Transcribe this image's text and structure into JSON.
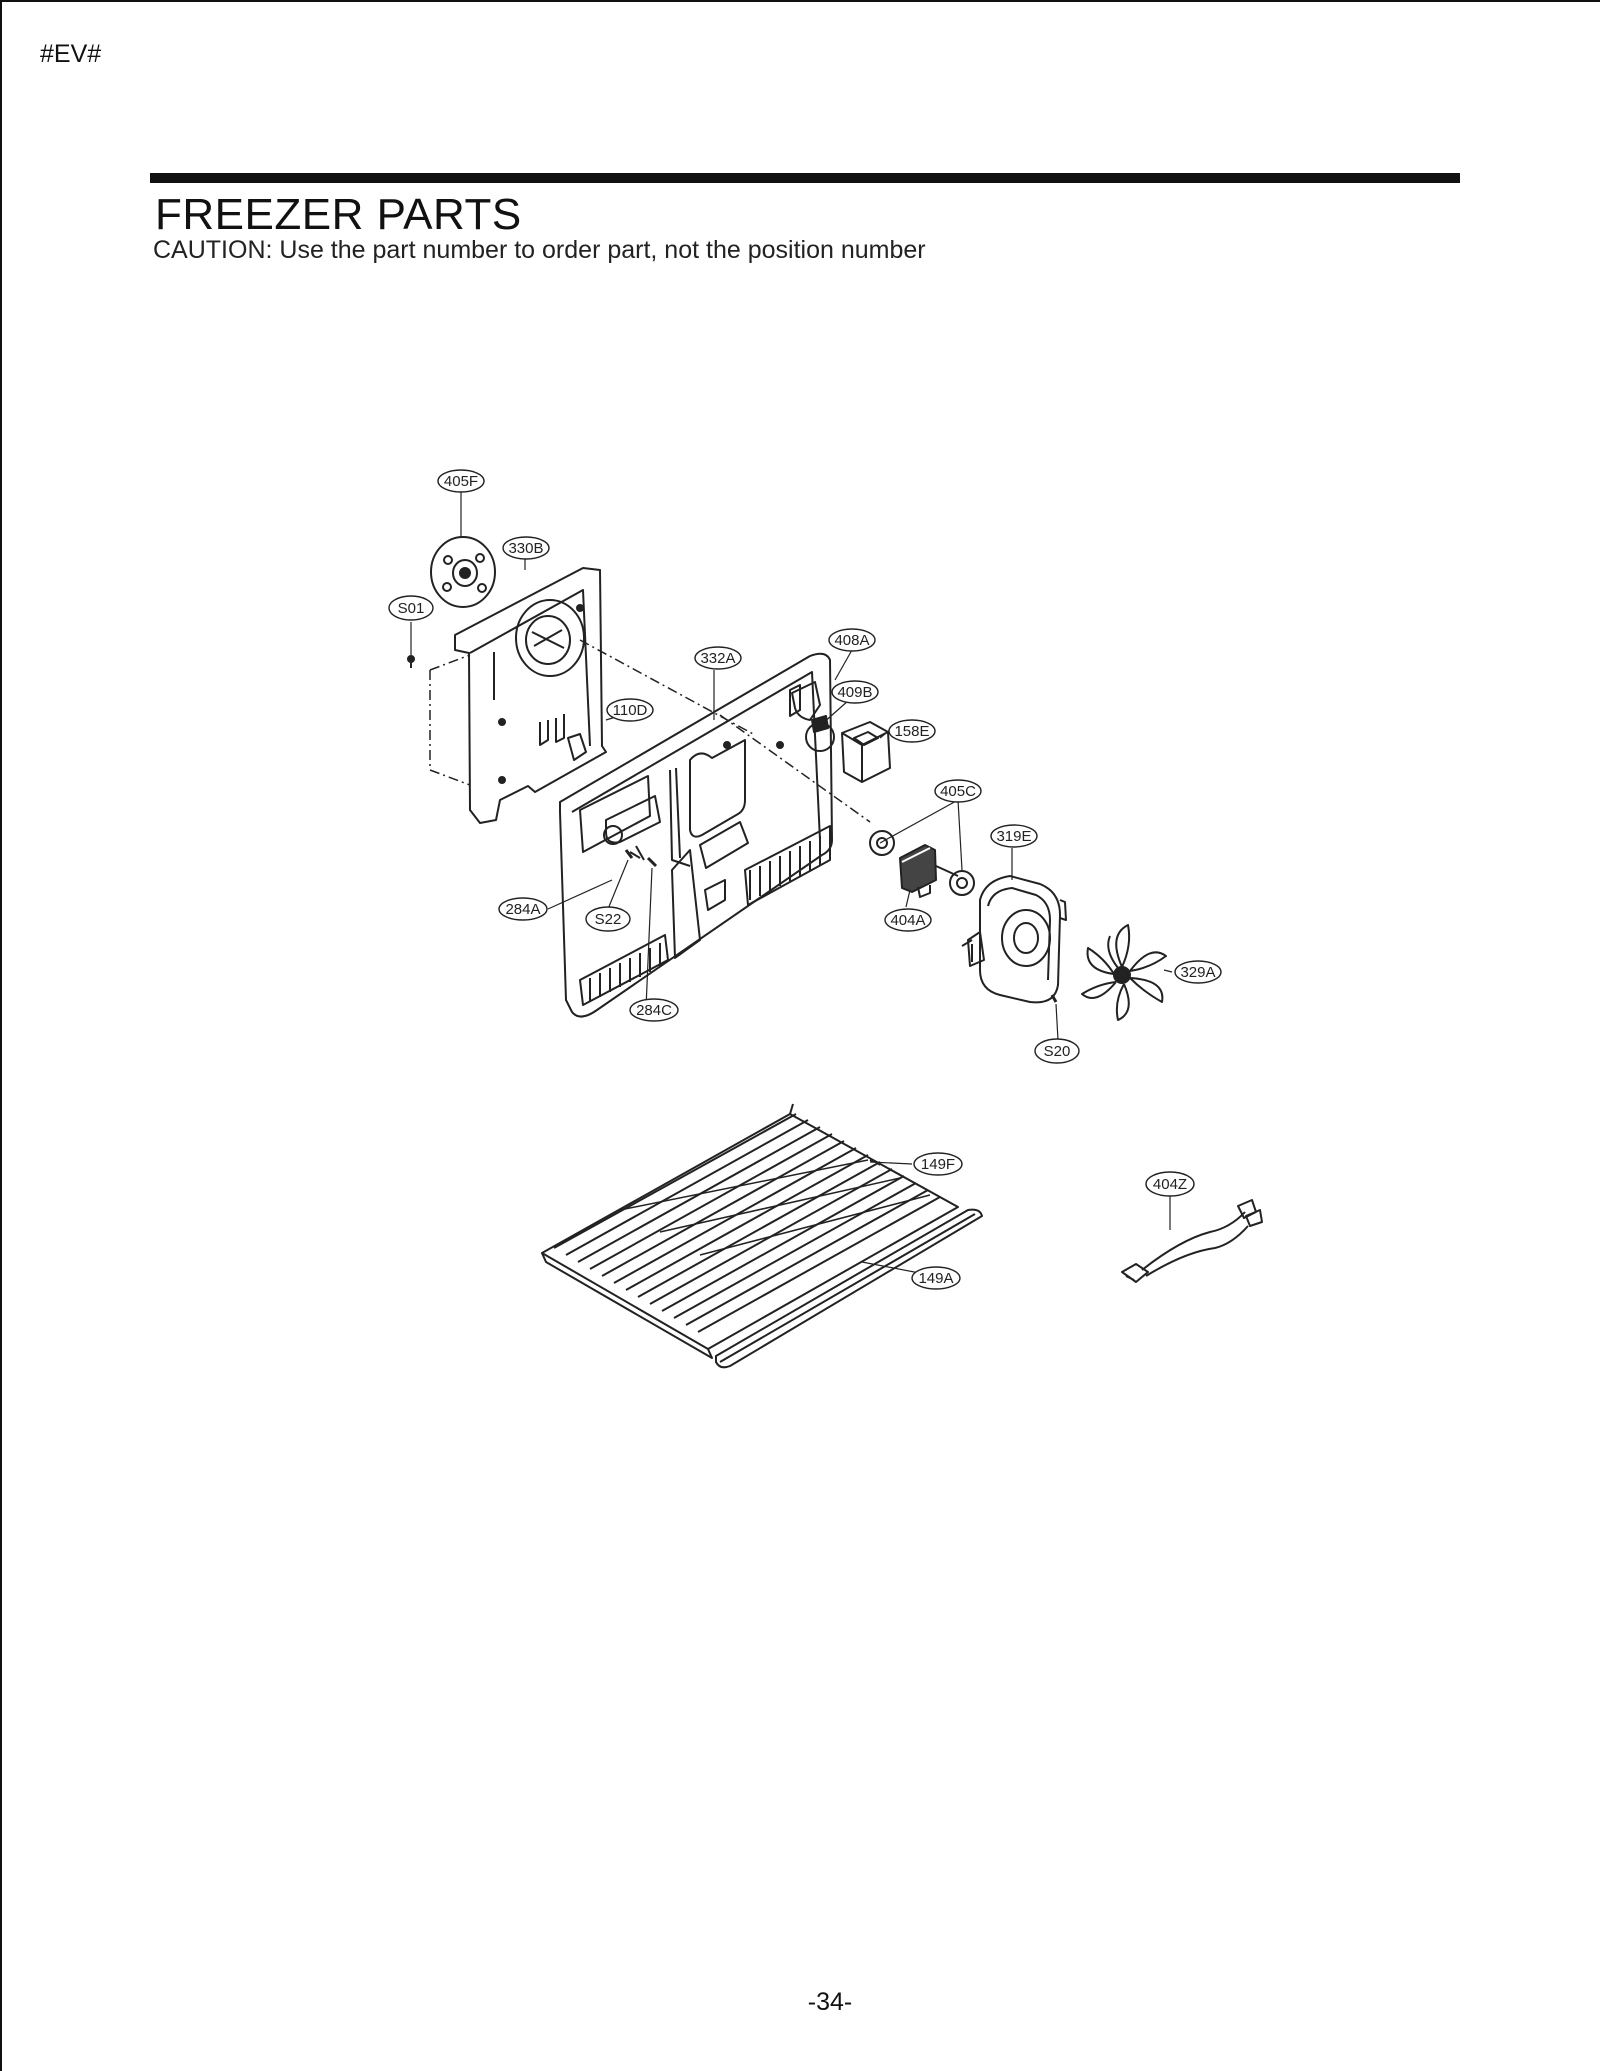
{
  "header": {
    "code": "#EV#",
    "title": "FREEZER PARTS",
    "caution": "CAUTION: Use the part number to order part, not the position number"
  },
  "callouts": {
    "c405F": "405F",
    "c330B": "330B",
    "cS01": "S01",
    "c332A": "332A",
    "c408A": "408A",
    "c409B": "409B",
    "c110D": "110D",
    "c158E": "158E",
    "c405C": "405C",
    "c319E": "319E",
    "c284A": "284A",
    "cS22": "S22",
    "c404A": "404A",
    "c329A": "329A",
    "c284C": "284C",
    "cS20": "S20",
    "c149F": "149F",
    "c404Z": "404Z",
    "c149A": "149A"
  },
  "footer": {
    "page_number": "-34-"
  }
}
